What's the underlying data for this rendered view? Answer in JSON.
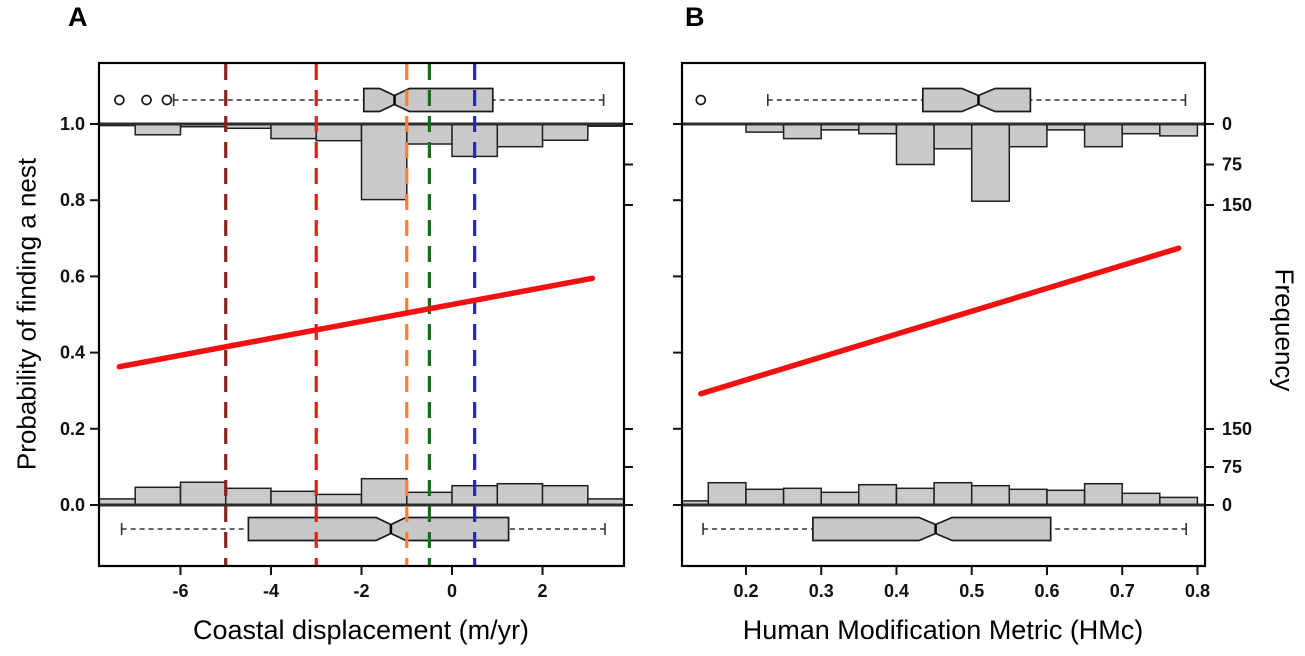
{
  "chart_data": [
    {
      "panel": "A",
      "type": "line",
      "description": "logistic fit with marginal histograms and notched boxplots",
      "xlabel": "Coastal displacement (m/yr)",
      "ylabel": "Probability of finding a nest",
      "ylabel_right": "Frequency",
      "xlim": [
        -7.8,
        3.8
      ],
      "x_ticks": [
        -6,
        -4,
        -2,
        0,
        2
      ],
      "x_tick_labels": [
        "-6",
        "-4",
        "-2",
        "0",
        "2"
      ],
      "prob_axis": {
        "lim": [
          0,
          1
        ],
        "ticks": [
          0,
          0.2,
          0.4,
          0.6,
          0.8,
          1.0
        ],
        "labels": [
          "0.0",
          "0.2",
          "0.4",
          "0.6",
          "0.8",
          "1.0"
        ],
        "labeled": true
      },
      "freq_axis": {
        "ticks": [
          0,
          75,
          150
        ],
        "labels": [
          "0",
          "75",
          "150"
        ],
        "labeled": false
      },
      "fit_line": {
        "x": [
          -7.35,
          3.1
        ],
        "y": [
          0.363,
          0.595
        ],
        "color": "#f21010"
      },
      "vlines": [
        {
          "x": -5.0,
          "color": "#8B2020"
        },
        {
          "x": -3.0,
          "color": "#EE1B1B"
        },
        {
          "x": -1.0,
          "color": "#FF7F2E"
        },
        {
          "x": -0.5,
          "color": "#147014"
        },
        {
          "x": 0.5,
          "color": "#2A2AAE"
        }
      ],
      "hist_top": {
        "bin_start": -8,
        "bin_width": 1,
        "freqs": [
          3,
          20,
          5,
          8,
          27,
          31,
          140,
          37,
          60,
          42,
          30,
          4
        ]
      },
      "hist_bottom": {
        "bin_start": -8,
        "bin_width": 1,
        "freqs": [
          12,
          35,
          45,
          33,
          27,
          21,
          52,
          25,
          38,
          42,
          38,
          12
        ]
      },
      "box_top": {
        "outliers": [
          -7.35,
          -6.75,
          -6.3
        ],
        "whisker_low": -6.15,
        "q1": -1.95,
        "median": -1.27,
        "q3": 0.9,
        "whisker_high": 3.35,
        "notch_half": 0.33
      },
      "box_bottom": {
        "outliers": [],
        "whisker_low": -7.3,
        "q1": -4.5,
        "median": -1.35,
        "q3": 1.25,
        "whisker_high": 3.38,
        "notch_half": 0.33
      }
    },
    {
      "panel": "B",
      "type": "line",
      "description": "logistic fit with marginal histograms and notched boxplots",
      "xlabel": "Human Modification Metric (HMc)",
      "ylabel": "",
      "ylabel_right": "Frequency",
      "xlim": [
        0.115,
        0.81
      ],
      "x_ticks": [
        0.2,
        0.3,
        0.4,
        0.5,
        0.6,
        0.7,
        0.8
      ],
      "x_tick_labels": [
        "0.2",
        "0.3",
        "0.4",
        "0.5",
        "0.6",
        "0.7",
        "0.8"
      ],
      "prob_axis": {
        "lim": [
          0,
          1
        ],
        "ticks": [
          0,
          0.2,
          0.4,
          0.6,
          0.8,
          1.0
        ],
        "labels": [
          "0.0",
          "0.2",
          "0.4",
          "0.6",
          "0.8",
          "1.0"
        ],
        "labeled": false
      },
      "freq_axis": {
        "ticks": [
          0,
          75,
          150
        ],
        "labels": [
          "0",
          "75",
          "150"
        ],
        "labeled": true
      },
      "fit_line": {
        "x": [
          0.14,
          0.775
        ],
        "y": [
          0.292,
          0.674
        ],
        "color": "#f21010"
      },
      "vlines": [],
      "hist_top": {
        "bin_start": 0.2,
        "bin_width": 0.05,
        "freqs": [
          15,
          27,
          11,
          18,
          75,
          46,
          143,
          42,
          11,
          42,
          18,
          22
        ]
      },
      "hist_bottom": {
        "bin_start": 0.1,
        "bin_width": 0.05,
        "freqs": [
          8,
          44,
          31,
          33,
          25,
          40,
          33,
          44,
          38,
          31,
          29,
          42,
          23,
          15
        ]
      },
      "box_top": {
        "outliers": [
          0.14
        ],
        "whisker_low": 0.229,
        "q1": 0.435,
        "median": 0.509,
        "q3": 0.578,
        "whisker_high": 0.784,
        "notch_half": 0.022
      },
      "box_bottom": {
        "outliers": [],
        "whisker_low": 0.143,
        "q1": 0.289,
        "median": 0.452,
        "q3": 0.605,
        "whisker_high": 0.785,
        "notch_half": 0.022
      }
    }
  ],
  "style": {
    "hist_fill": "#cacaca",
    "hist_stroke": "#1f1f1f",
    "box_fill": "#c8c8c8",
    "axis_color": "#111111"
  }
}
